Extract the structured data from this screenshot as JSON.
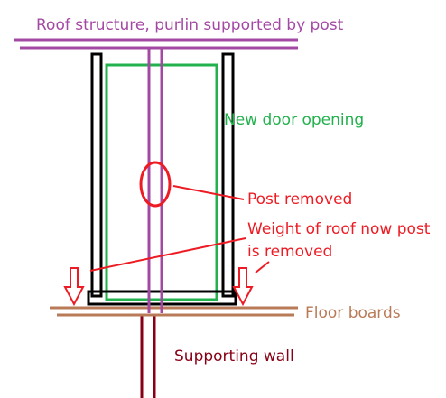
{
  "labels": {
    "roof_structure": "Roof structure, purlin supported by post",
    "new_door_opening": "New door opening",
    "post_removed": "Post removed",
    "weight_line1": "Weight of roof  now post",
    "weight_line2": "is removed",
    "floor_boards": "Floor boards",
    "supporting_wall": "Supporting wall"
  },
  "colors": {
    "roof": "#a349a4",
    "opening": "#22b14c",
    "annotation": "#ed1c24",
    "frame": "#000000",
    "floor": "#b97a57",
    "wall": "#880015",
    "background": "#ffffff"
  }
}
